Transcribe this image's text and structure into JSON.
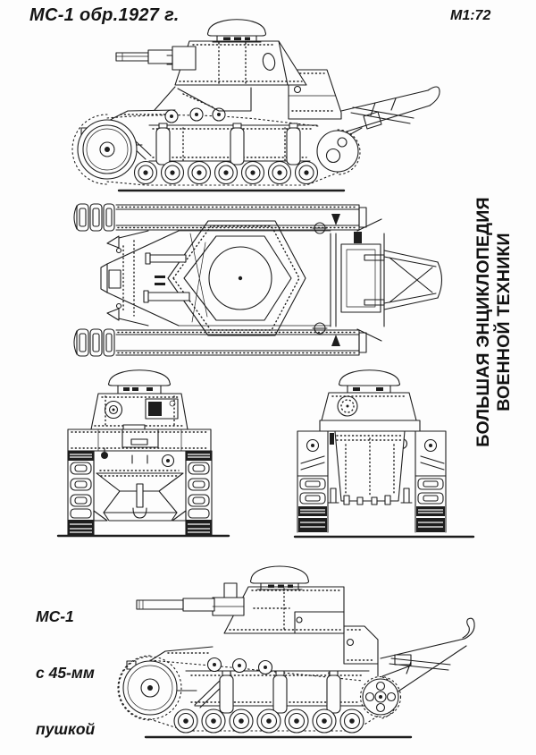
{
  "colors": {
    "paper": "#fdfdfd",
    "ink": "#1d1d1d"
  },
  "header": {
    "title": "МС-1 обр.1927 г.",
    "scale": "М1:72"
  },
  "watermark": {
    "line1": "БОЛЬШАЯ ЭНЦИКЛОПЕДИЯ",
    "line2": "ВОЕННОЙ ТЕХНИКИ"
  },
  "variant_caption": {
    "line1": "МС-1",
    "line2": "с 45-мм",
    "line3": "пушкой"
  }
}
